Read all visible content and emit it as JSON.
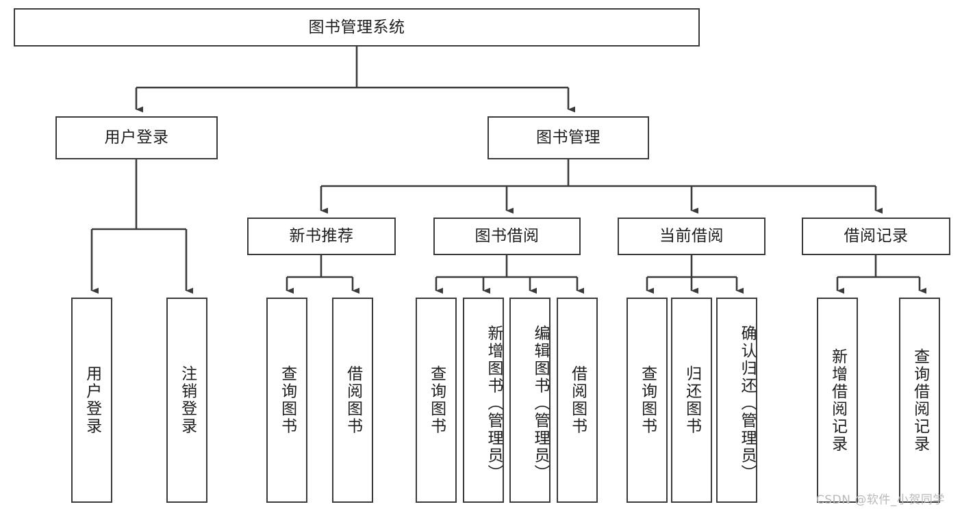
{
  "diagram": {
    "title": "图书管理系统",
    "type": "hierarchy-tree",
    "watermark": "CSDN @软件_小贺同学",
    "colors": {
      "box_border": "#3a3a3a",
      "box_fill": "#ffffff",
      "connector": "#3a3a3a",
      "text": "#1d1d1d",
      "watermark": "#b9b9b9"
    },
    "root": {
      "label": "图书管理系统"
    },
    "level1": [
      {
        "label": "用户登录"
      },
      {
        "label": "图书管理"
      }
    ],
    "level2": [
      {
        "label": "新书推荐"
      },
      {
        "label": "图书借阅"
      },
      {
        "label": "当前借阅"
      },
      {
        "label": "借阅记录"
      }
    ],
    "leaves": {
      "user_login": [
        {
          "label": "用户登录"
        },
        {
          "label": "注销登录"
        }
      ],
      "new_book_recommend": [
        {
          "label": "查询图书"
        },
        {
          "label": "借阅图书"
        }
      ],
      "book_borrow": [
        {
          "label": "查询图书"
        },
        {
          "label": "新增图书（管理员）"
        },
        {
          "label": "编辑图书（管理员）"
        },
        {
          "label": "借阅图书"
        }
      ],
      "current_borrow": [
        {
          "label": "查询图书"
        },
        {
          "label": "归还图书"
        },
        {
          "label": "确认归还（管理员）"
        }
      ],
      "borrow_record": [
        {
          "label": "新增借阅记录"
        },
        {
          "label": "查询借阅记录"
        }
      ]
    }
  }
}
